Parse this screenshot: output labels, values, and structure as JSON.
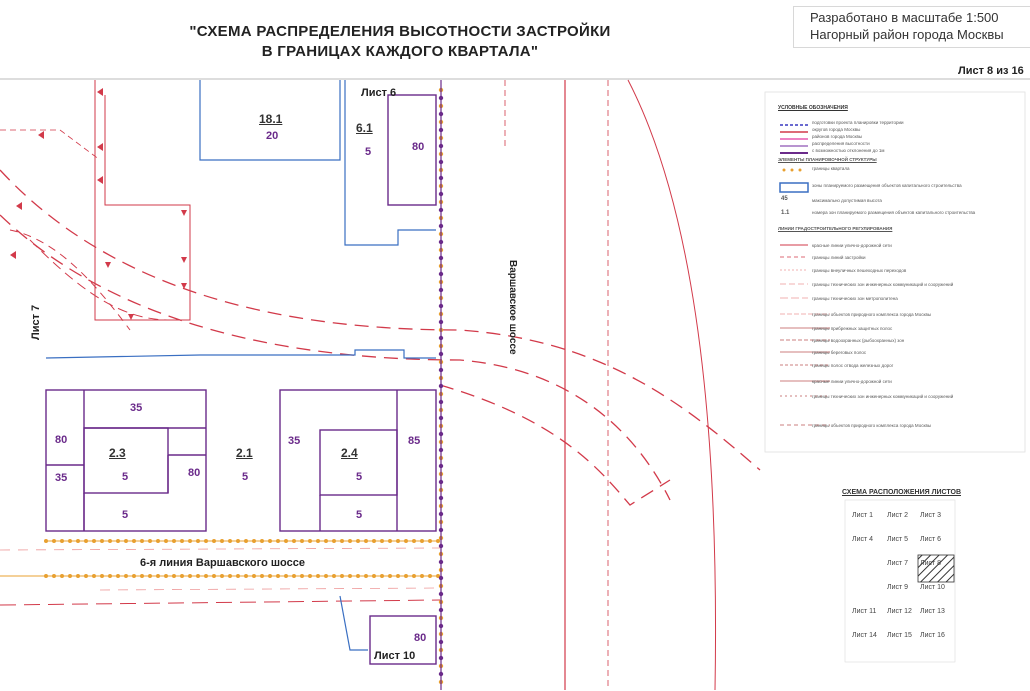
{
  "header": {
    "title_line1": "\"СХЕМА РАСПРЕДЕЛЕНИЯ ВЫСОТНОСТИ ЗАСТРОЙКИ",
    "title_line2": "В ГРАНИЦАХ КАЖДОГО КВАРТАЛА\"",
    "stamp_line1": "Разработано в масштабе 1:500",
    "stamp_line2": "Нагорный район города Москвы",
    "sheet_count": "Лист 8 из 16"
  },
  "map": {
    "sheet_top": "Лист 6",
    "sheet_left": "Лист 7",
    "sheet_bottom": "Лист 10",
    "street_vertical": "Варшавское шоссе",
    "street_horizontal": "6-я линия Варшавского шоссе",
    "quarters": [
      {
        "name": "18.1",
        "height": "20"
      },
      {
        "name": "6.1",
        "height": "5"
      },
      {
        "name": "2.3",
        "height": "5"
      },
      {
        "name": "2.1",
        "height": "5"
      },
      {
        "name": "2.4",
        "height": "5"
      }
    ],
    "zone_heights": {
      "top_right": "80",
      "left_35": "35",
      "left_80": "80",
      "left_35b": "35",
      "mid_80": "80",
      "sub_2_3_bottom": "5",
      "right_35": "35",
      "right_85": "85",
      "sub_2_4_bottom": "5",
      "bottom_80": "80"
    }
  },
  "legend": {
    "title": "УСЛОВНЫЕ ОБОЗНАЧЕНИЯ",
    "items": [
      "подготовки проекта планировки территории",
      "округов города Москвы",
      "районов города Москвы",
      "распределения высотности",
      "с возможностью отклонения до 1м",
      "ЭЛЕМЕНТЫ ПЛАНИРОВОЧНОЙ СТРУКТУРЫ",
      "границы квартала",
      "зоны планируемого размещения объектов капитального строительства",
      "максимально допустимая высота",
      "номера зон планируемого размещения объектов капитального строительства",
      "ЛИНИИ ГРАДОСТРОИТЕЛЬНОГО РЕГУЛИРОВАНИЯ",
      "красные линии улично-дорожной сети",
      "границы линий застройки",
      "границы внеуличных пешеходных переходов",
      "границы технических зон инженерных коммуникаций и сооружений",
      "границы технических зон метрополитена",
      "границы объектов природного комплекса города Москвы",
      "границы прибрежных защитных полос",
      "границы водоохранных (рыбоохранных) зон",
      "границы береговых полос",
      "границы полос отвода железных дорог",
      "красные линии улично-дорожной сети",
      "границы технических зон инженерных коммуникаций и сооружений",
      "границы объектов природного комплекса города Москвы"
    ],
    "legend_sample_45": "45",
    "legend_sample_11": "1.1"
  },
  "sheet_scheme": {
    "title": "СХЕМА РАСПОЛОЖЕНИЯ ЛИСТОВ",
    "sheets": [
      "Лист 1",
      "Лист 2",
      "Лист 3",
      "Лист 4",
      "Лист 5",
      "Лист 6",
      "Лист 7",
      "Лист 8",
      "Лист 9",
      "Лист 10",
      "Лист 11",
      "Лист 12",
      "Лист 13",
      "Лист 14",
      "Лист 15",
      "Лист 16"
    ],
    "current": "Лист 8"
  }
}
